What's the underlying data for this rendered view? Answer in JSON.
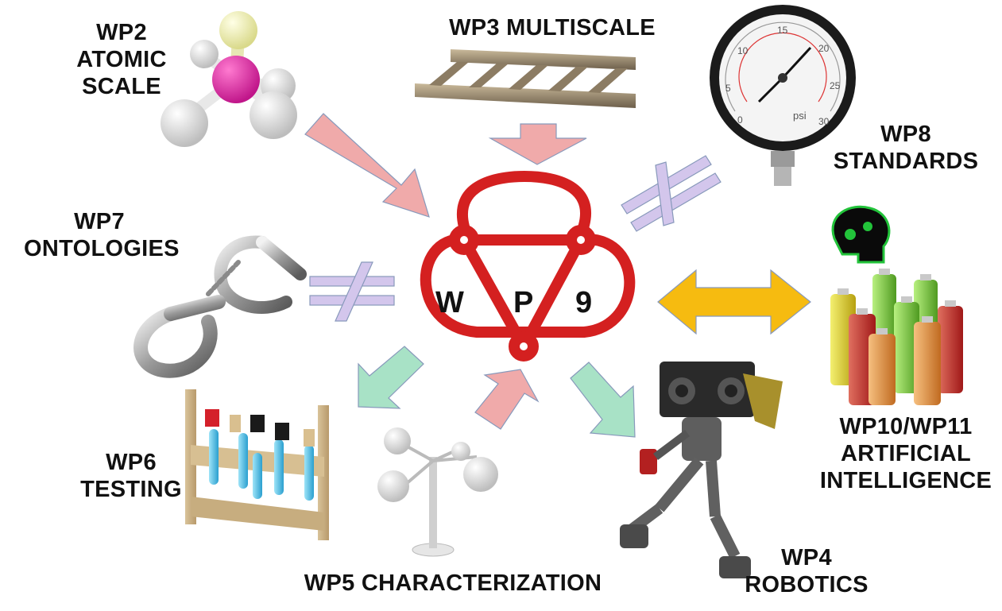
{
  "center": {
    "letters": [
      "W",
      "P",
      "9"
    ],
    "color": "#d42020"
  },
  "nodes": {
    "wp2": {
      "lines": [
        "WP2",
        "ATOMIC",
        "SCALE"
      ],
      "icon": "molecule-icon"
    },
    "wp3": {
      "lines": [
        "WP3 MULTISCALE"
      ],
      "icon": "ladder-icon"
    },
    "wp8": {
      "lines": [
        "WP8",
        "STANDARDS"
      ],
      "icon": "pressure-gauge-icon"
    },
    "wp7": {
      "lines": [
        "WP7",
        "ONTOLOGIES"
      ],
      "icon": "handcuffs-icon"
    },
    "wp10": {
      "lines": [
        "WP10/WP11",
        "ARTIFICIAL",
        "INTELLIGENCE"
      ],
      "icon": "ai-batteries-icon"
    },
    "wp6": {
      "lines": [
        "WP6",
        "TESTING"
      ],
      "icon": "test-tubes-icon"
    },
    "wp5": {
      "lines": [
        "WP5 CHARACTERIZATION"
      ],
      "icon": "anemometer-icon"
    },
    "wp4": {
      "lines": [
        "WP4",
        "ROBOTICS"
      ],
      "icon": "robot-icon"
    }
  },
  "gauge": {
    "ticks": [
      "0",
      "5",
      "10",
      "15",
      "20",
      "25",
      "30"
    ],
    "unit": "psi"
  },
  "colors": {
    "inbound_arrow": "#f0aaaa",
    "outbound_arrow": "#a8e2c6",
    "bidirectional_arrow": "#f6bb10",
    "not_equal": "#d3c6ec"
  }
}
